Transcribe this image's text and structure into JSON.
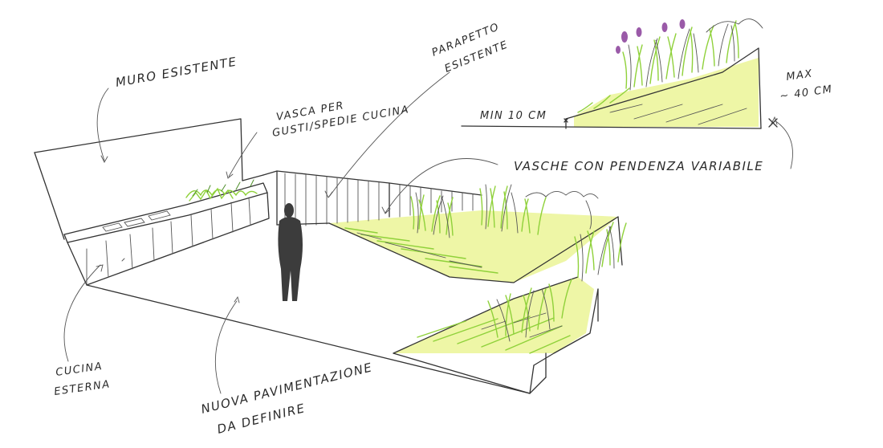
{
  "labels": {
    "muro_esistente": "MURO ESISTENTE",
    "vasca": "VASCA PER",
    "vasca_line2": "GUSTI/SPEDIE CUCINA",
    "parapetto": "PARAPETTO",
    "parapetto_line2": "ESISTENTE",
    "min": "MIN 10 CM",
    "max": "MAX",
    "max_line2": "~ 40 CM",
    "vasche": "VASCHE CON PENDENZA VARIABILE",
    "cucina": "CUCINA",
    "cucina_line2": "ESTERNA",
    "pavimentazione": "NUOVA PAVIMENTAZIONE",
    "pavimentazione_line2": "DA DEFINIRE"
  },
  "colors": {
    "ink": "#333333",
    "plant_green": "#8fd13a",
    "ground_yellow": "#eef6a6",
    "figure": "#3c3c3c",
    "flower": "#9a5aa8"
  }
}
